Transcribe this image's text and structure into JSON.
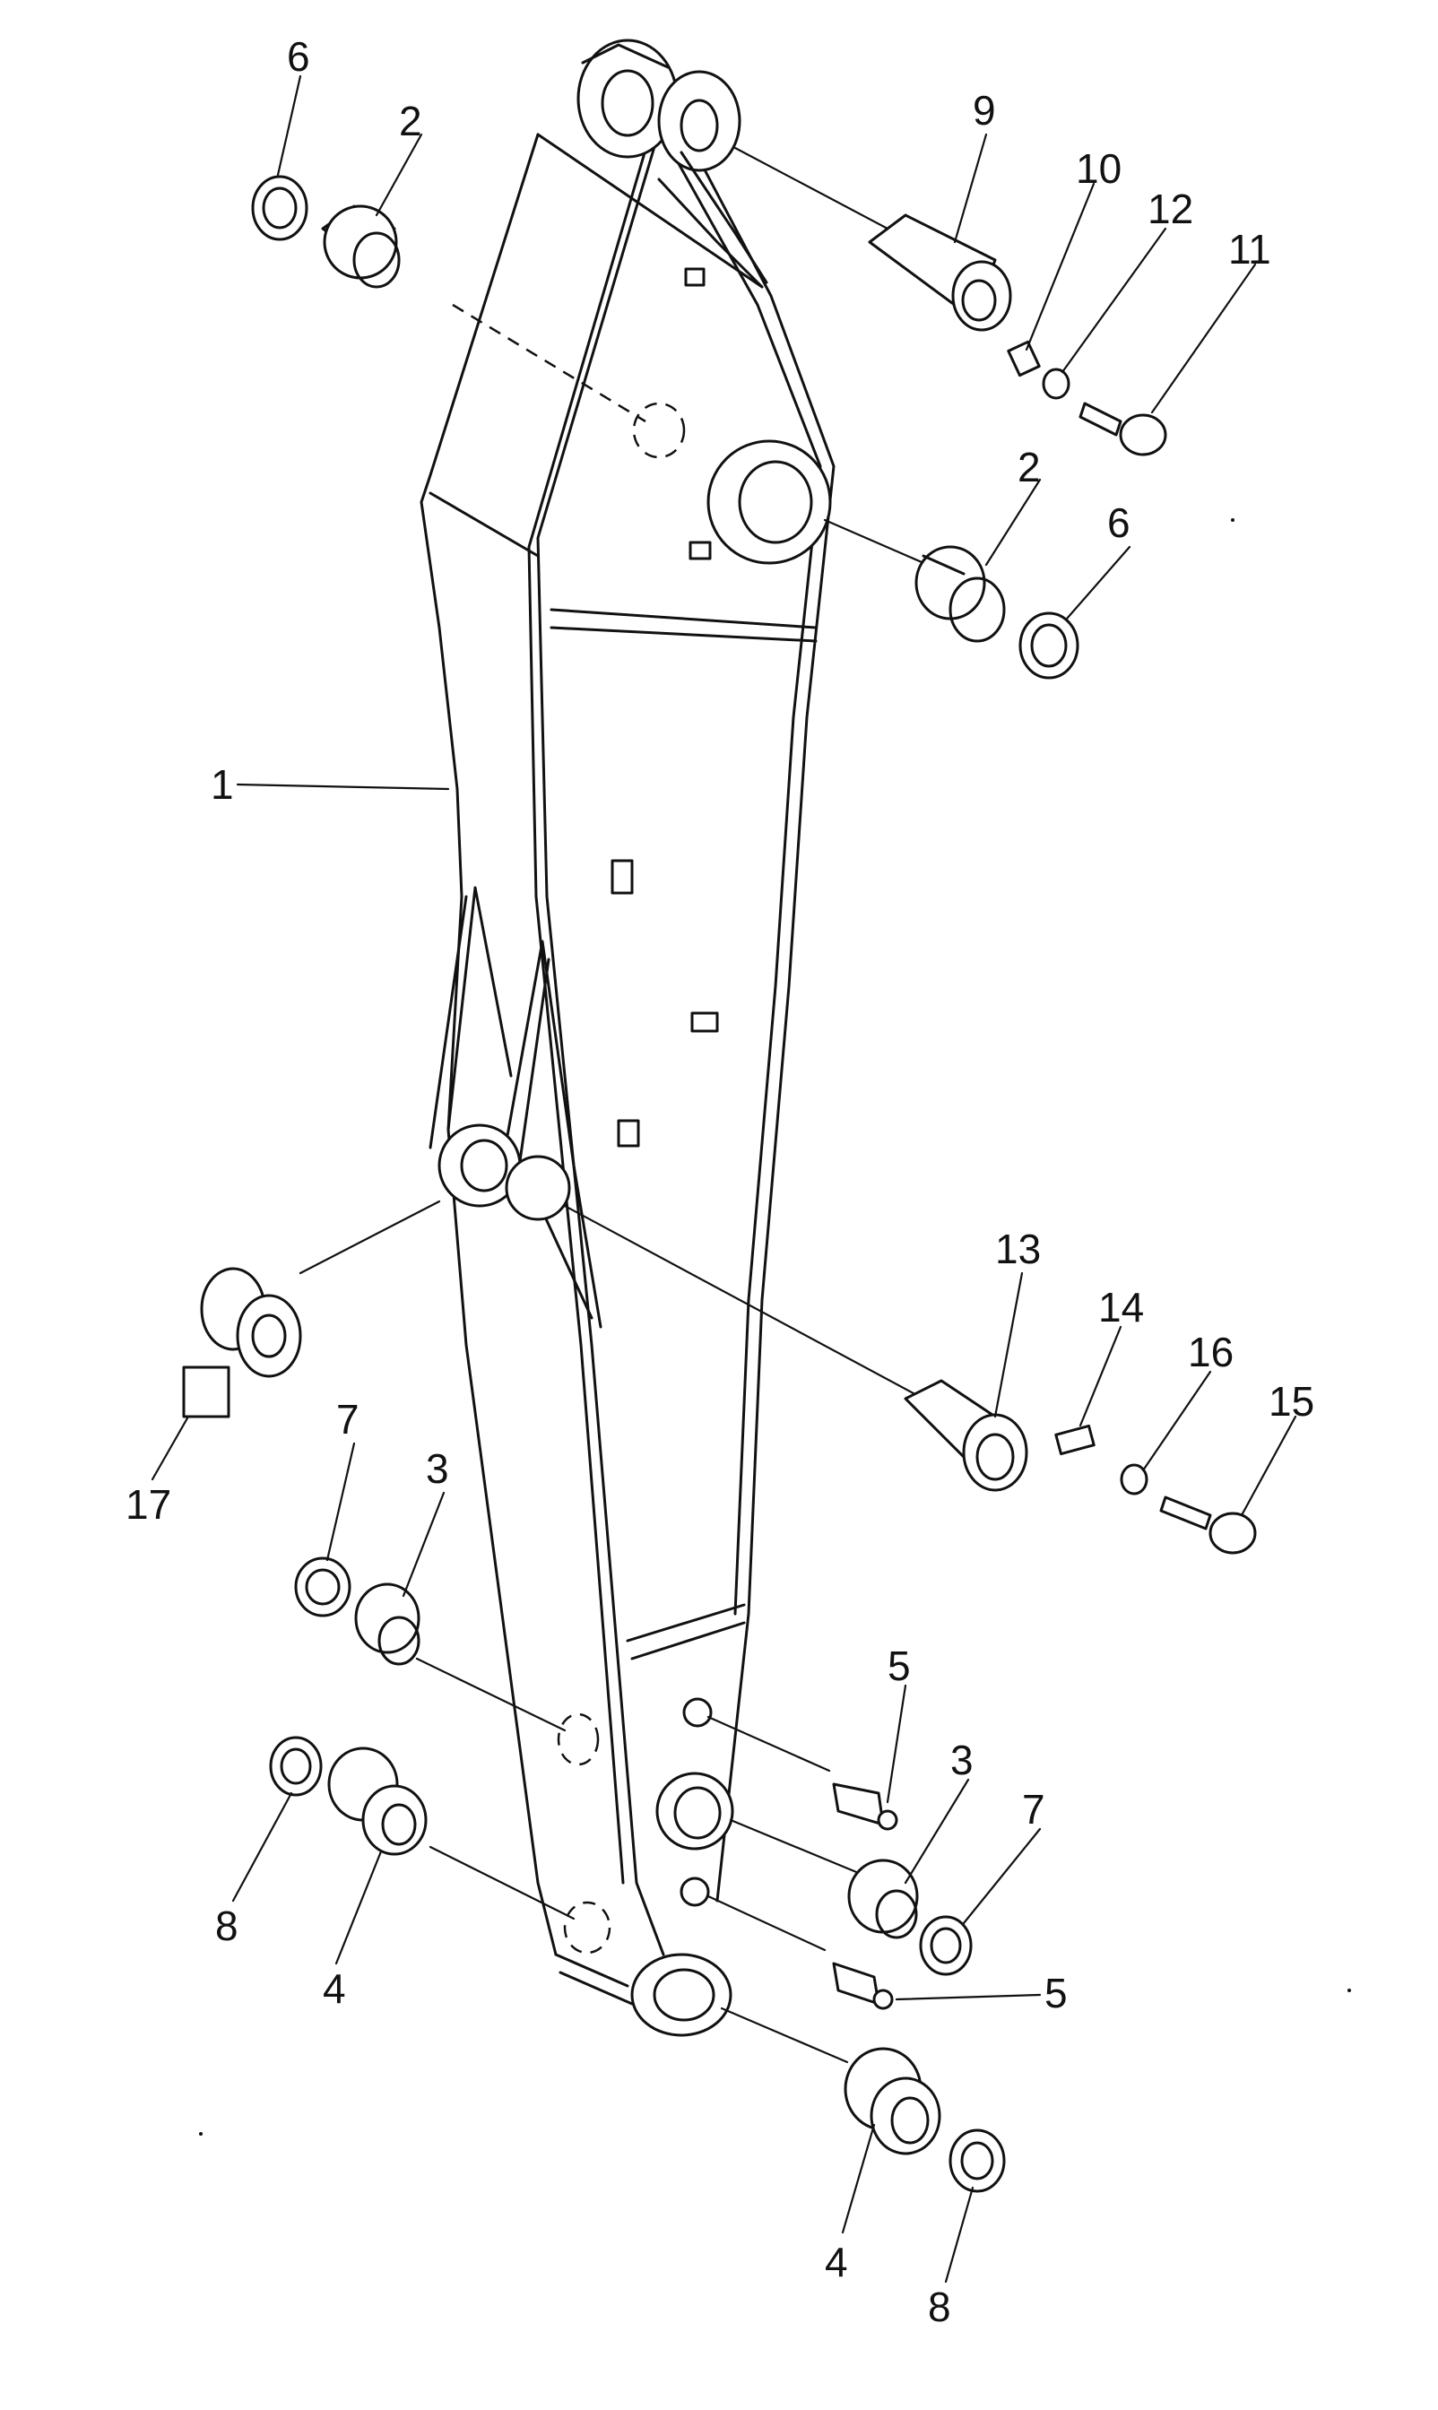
{
  "diagram": {
    "callouts": [
      {
        "id": "c6a",
        "text": "6"
      },
      {
        "id": "c2a",
        "text": "2"
      },
      {
        "id": "c9",
        "text": "9"
      },
      {
        "id": "c10",
        "text": "10"
      },
      {
        "id": "c12",
        "text": "12"
      },
      {
        "id": "c11",
        "text": "11"
      },
      {
        "id": "c2b",
        "text": "2"
      },
      {
        "id": "c6b",
        "text": "6"
      },
      {
        "id": "c1",
        "text": "1"
      },
      {
        "id": "c13",
        "text": "13"
      },
      {
        "id": "c14",
        "text": "14"
      },
      {
        "id": "c16",
        "text": "16"
      },
      {
        "id": "c15",
        "text": "15"
      },
      {
        "id": "c17",
        "text": "17"
      },
      {
        "id": "c7a",
        "text": "7"
      },
      {
        "id": "c3a",
        "text": "3"
      },
      {
        "id": "c5a",
        "text": "5"
      },
      {
        "id": "c3b",
        "text": "3"
      },
      {
        "id": "c7b",
        "text": "7"
      },
      {
        "id": "c8a",
        "text": "8"
      },
      {
        "id": "c4a",
        "text": "4"
      },
      {
        "id": "c5b",
        "text": "5"
      },
      {
        "id": "c4b",
        "text": "4"
      },
      {
        "id": "c8b",
        "text": "8"
      }
    ]
  }
}
